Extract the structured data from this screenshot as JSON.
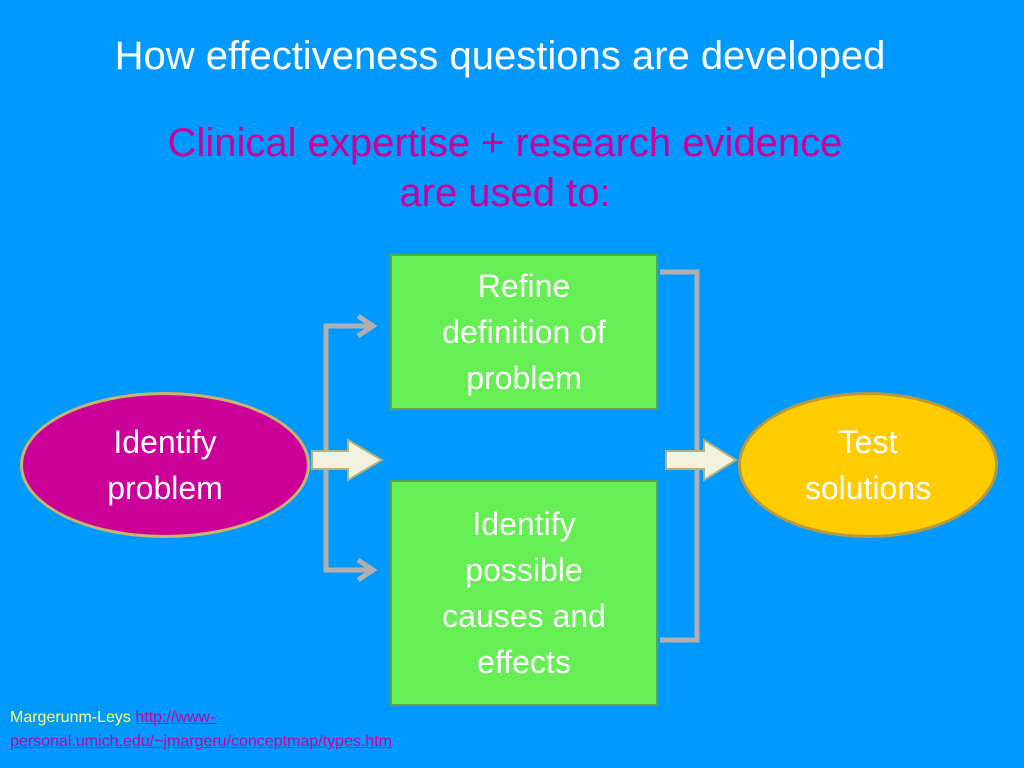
{
  "title": "How effectiveness questions are developed",
  "subtitle": {
    "line1": "Clinical expertise + research evidence",
    "line2": "are used to:"
  },
  "nodes": {
    "identify": "Identify\nproblem",
    "refine": "Refine\ndefinition of\nproblem",
    "causes": "Identify\npossible\ncauses and\neffects",
    "test": "Test\nsolutions"
  },
  "credit": {
    "author": "Margerunm-Leys",
    "link_line1": "http://www-",
    "link_line2": "personal.umich.edu/~jmargeru/conceptmap/types.htm"
  },
  "colors": {
    "background": "#0099ff",
    "title": "#ffffff",
    "subtitle": "#cc0099",
    "box_fill": "#66ee55",
    "identify_fill": "#cc0099",
    "test_fill": "#ffcc00",
    "connector": "#b0b0b0"
  }
}
